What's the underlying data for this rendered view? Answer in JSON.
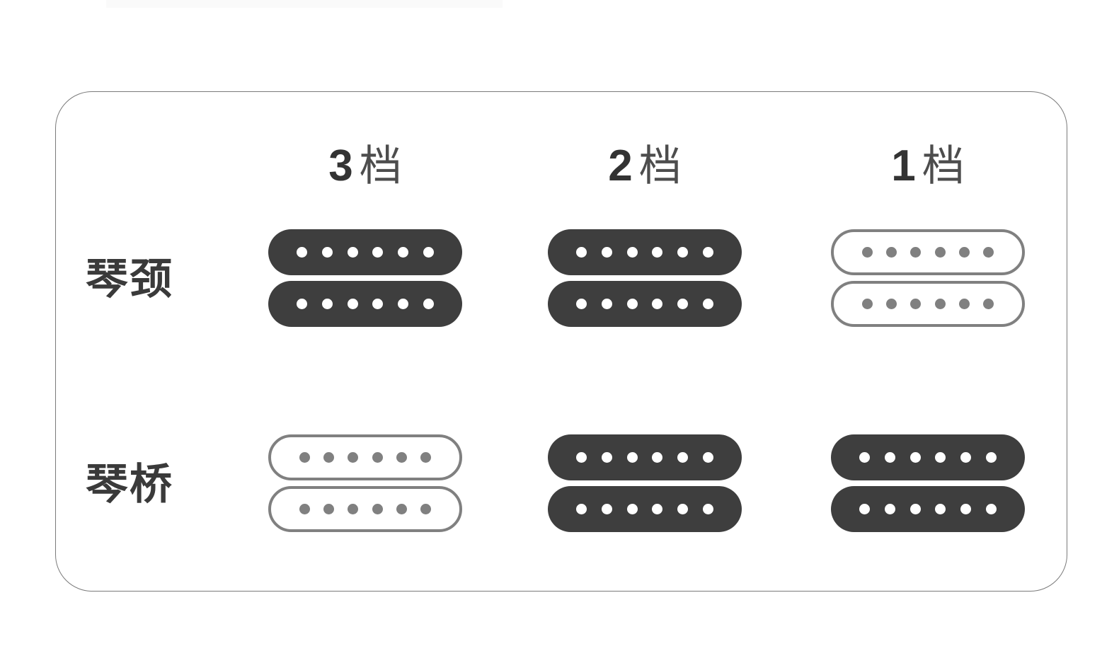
{
  "diagram": {
    "title_visible": false,
    "colors": {
      "active_fill": "#3e3e3e",
      "active_pole": "#ffffff",
      "inactive_stroke": "#808080",
      "inactive_pole": "#808080",
      "card_border": "#7a7a7a",
      "background": "#ffffff",
      "header_number": "#333333",
      "header_unit": "#4d4d4d",
      "row_label": "#3a3a3a"
    },
    "columns": [
      {
        "number": "3",
        "unit": "档",
        "full": "3 档"
      },
      {
        "number": "2",
        "unit": "档",
        "full": "2 档"
      },
      {
        "number": "1",
        "unit": "档",
        "full": "1 档"
      }
    ],
    "rows": [
      {
        "label": "琴颈",
        "meaning": "neck"
      },
      {
        "label": "琴桥",
        "meaning": "bridge"
      }
    ],
    "poles_per_coil": 6,
    "coils_per_pickup": 2,
    "matrix": [
      {
        "row": "琴颈",
        "states": [
          "active",
          "active",
          "inactive"
        ]
      },
      {
        "row": "琴桥",
        "states": [
          "inactive",
          "active",
          "active"
        ]
      }
    ]
  }
}
